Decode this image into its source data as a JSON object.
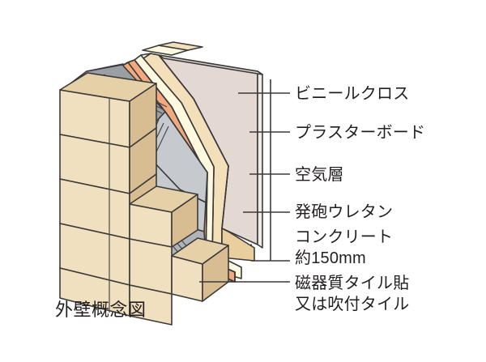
{
  "figure": {
    "caption": "外壁概念図",
    "type": "exterior-wall-section-diagram"
  },
  "labels": {
    "vinyl_cloth": "ビニールクロス",
    "plaster_board": "プラスターボード",
    "air_layer": "空気層",
    "urethane_foam": "発砲ウレタン",
    "concrete": "コンクリート",
    "concrete_thickness": "約150mm",
    "tile_line1": "磁器質タイル貼",
    "tile_line2": "又は吹付タイル"
  },
  "layers": [
    {
      "name": "vinyl_cloth",
      "label": "ビニールクロス",
      "color": "#e3d9d2"
    },
    {
      "name": "plaster_board",
      "label": "プラスターボード",
      "color": "#f3dfb9"
    },
    {
      "name": "air_layer",
      "label": "空気層",
      "color": "#fdf8de"
    },
    {
      "name": "urethane_foam",
      "label": "発砲ウレタン",
      "color": "#f3a97f"
    },
    {
      "name": "concrete",
      "label": "コンクリート 約150mm",
      "color": "#b9bcc0"
    },
    {
      "name": "tile",
      "label": "磁器質タイル貼 又は吹付タイル",
      "color": "#f1e0bf"
    }
  ],
  "colors": {
    "background": "#ffffff",
    "outline": "#3a3a3a",
    "text": "#231f20",
    "leader_line": "#3a3a3a",
    "tile_face": "#f1e0bf",
    "tile_top": "#e6d0a8",
    "tile_side": "#d9bd92",
    "concrete_light": "#e2e3e4",
    "concrete_mid": "#c6c9cd",
    "concrete_dark": "#b0b4b9",
    "concrete_top": "#9b9fa4",
    "urethane": "#f3a97f",
    "air": "#fdf8de",
    "plaster": "#f3dfb9",
    "vinyl": "#e3d9d2"
  }
}
